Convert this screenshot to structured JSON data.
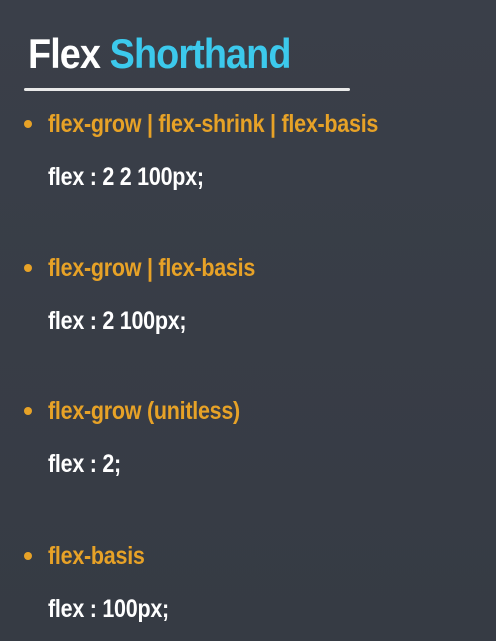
{
  "title": {
    "word1": "Flex",
    "word2": "Shorthand"
  },
  "colors": {
    "background": "#373c46",
    "title_primary": "#ffffff",
    "title_accent": "#3cc9ec",
    "bullet_heading": "#e7a227",
    "code_text": "#ffffff"
  },
  "items": [
    {
      "heading": "flex-grow | flex-shrink | flex-basis",
      "code": "flex : 2 2 100px;"
    },
    {
      "heading": "flex-grow | flex-basis",
      "code": "flex : 2 100px;"
    },
    {
      "heading": "flex-grow (unitless)",
      "code": "flex : 2;"
    },
    {
      "heading": "flex-basis",
      "code": "flex : 100px;"
    }
  ]
}
